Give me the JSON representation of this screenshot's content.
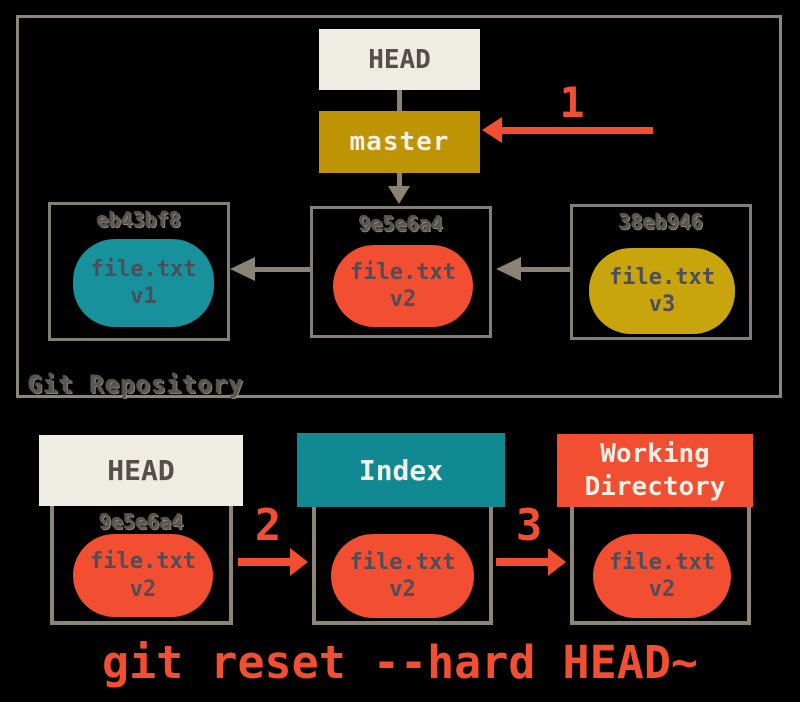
{
  "diagram": {
    "caption": "git reset --hard HEAD~",
    "colors": {
      "background": "#000000",
      "accent_red": "#F14E32",
      "teal_pill": "#17919B",
      "teal_header": "#108992",
      "gold_branch": "#BE9405",
      "gold_pill": "#C8A50C",
      "cream": "#EFEDE3",
      "border_gray": "#8D8677",
      "arrow_gray": "#8A8274",
      "dark_text": "#544F49"
    },
    "repository": {
      "label": "Git Repository",
      "head": "HEAD",
      "branch": "master",
      "commits": [
        {
          "hash": "eb43bf8",
          "file": "file.txt",
          "version": "v1"
        },
        {
          "hash": "9e5e6a4",
          "file": "file.txt",
          "version": "v2"
        },
        {
          "hash": "38eb946",
          "file": "file.txt",
          "version": "v3"
        }
      ]
    },
    "step_labels": [
      "1",
      "2",
      "3"
    ],
    "bottom": {
      "head": {
        "title": "HEAD",
        "hash": "9e5e6a4",
        "file": "file.txt",
        "version": "v2"
      },
      "index": {
        "title": "Index",
        "file": "file.txt",
        "version": "v2"
      },
      "working": {
        "title": "Working Directory",
        "file": "file.txt",
        "version": "v2"
      }
    }
  }
}
